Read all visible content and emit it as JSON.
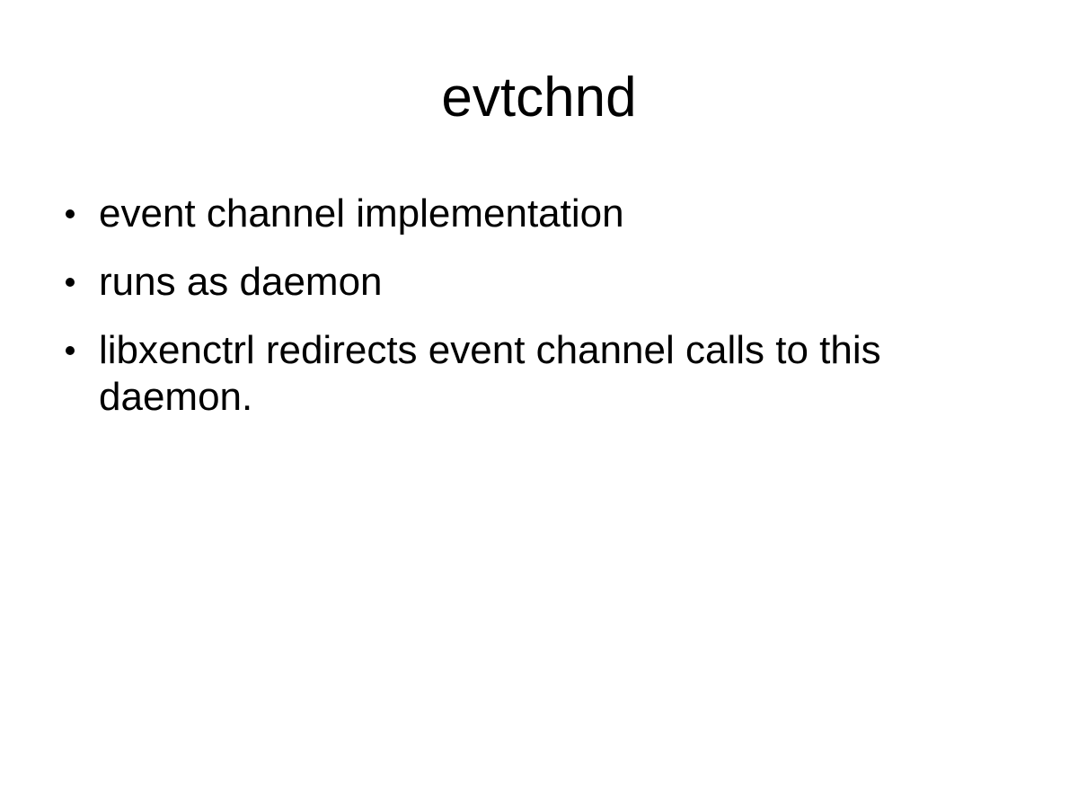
{
  "slide": {
    "title": "evtchnd",
    "background_color": "#ffffff",
    "text_color": "#000000",
    "bullets": [
      {
        "text": "event channel implementation"
      },
      {
        "text": "runs as daemon"
      },
      {
        "text": "libxenctrl redirects event channel calls to this daemon."
      }
    ],
    "bullet_marker": "bullet-dot"
  }
}
